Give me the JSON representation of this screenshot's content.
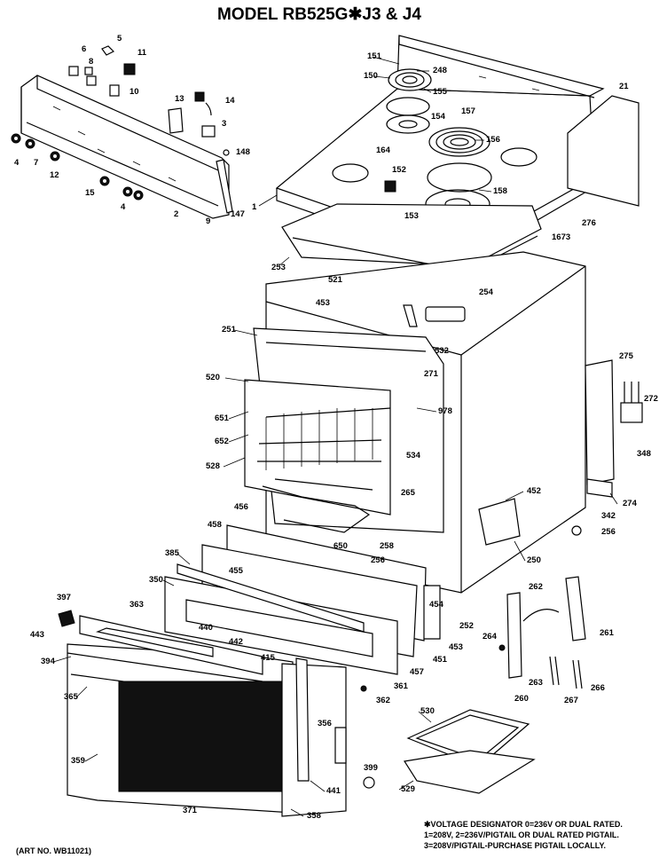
{
  "title": "MODEL RB525G✱J3 & J4",
  "art_no": "(ART NO. WB11021)",
  "footnote": [
    "✱VOLTAGE DESIGNATOR 0=236V OR DUAL RATED.",
    "1=208V, 2=236V/PIGTAIL OR DUAL RATED PIGTAIL.",
    "3=208V/PIGTAIL-PURCHASE PIGTAIL LOCALLY."
  ],
  "part_labels": {
    "p5": "5",
    "p6": "6",
    "p8": "8",
    "p11": "11",
    "p10": "10",
    "p13": "13",
    "p14": "14",
    "p3": "3",
    "p148": "148",
    "p4": "4",
    "p7": "7",
    "p12": "12",
    "p15": "15",
    "p4b": "4",
    "p2": "2",
    "p9": "9",
    "p147": "147",
    "p1": "1",
    "p151": "151",
    "p150": "150",
    "p248": "248",
    "p155": "155",
    "p157": "157",
    "p154": "154",
    "p164": "164",
    "p156": "156",
    "p152": "152",
    "p153": "153",
    "p158": "158",
    "p21": "21",
    "p276": "276",
    "p1673": "1673",
    "p253": "253",
    "p521": "521",
    "p453": "453",
    "p254": "254",
    "p251": "251",
    "p532": "532",
    "p271": "271",
    "p520": "520",
    "p978": "978",
    "p651": "651",
    "p652": "652",
    "p534": "534",
    "p528": "528",
    "p265": "265",
    "p452": "452",
    "p275": "275",
    "p272": "272",
    "p348": "348",
    "p274": "274",
    "p456": "456",
    "p458": "458",
    "p650": "650",
    "p258": "258",
    "p256": "256",
    "p342": "342",
    "p256b": "256",
    "p250": "250",
    "p385": "385",
    "p455": "455",
    "p350": "350",
    "p262": "262",
    "p397": "397",
    "p363": "363",
    "p440": "440",
    "p454": "454",
    "p252": "252",
    "p264": "264",
    "p261": "261",
    "p443": "443",
    "p442": "442",
    "p453b": "453",
    "p394": "394",
    "p415": "415",
    "p451": "451",
    "p457": "457",
    "p263": "263",
    "p365": "365",
    "p361": "361",
    "p362": "362",
    "p260": "260",
    "p267": "267",
    "p266": "266",
    "p530": "530",
    "p356": "356",
    "p359": "359",
    "p399": "399",
    "p529": "529",
    "p441": "441",
    "p371": "371",
    "p358": "358"
  }
}
